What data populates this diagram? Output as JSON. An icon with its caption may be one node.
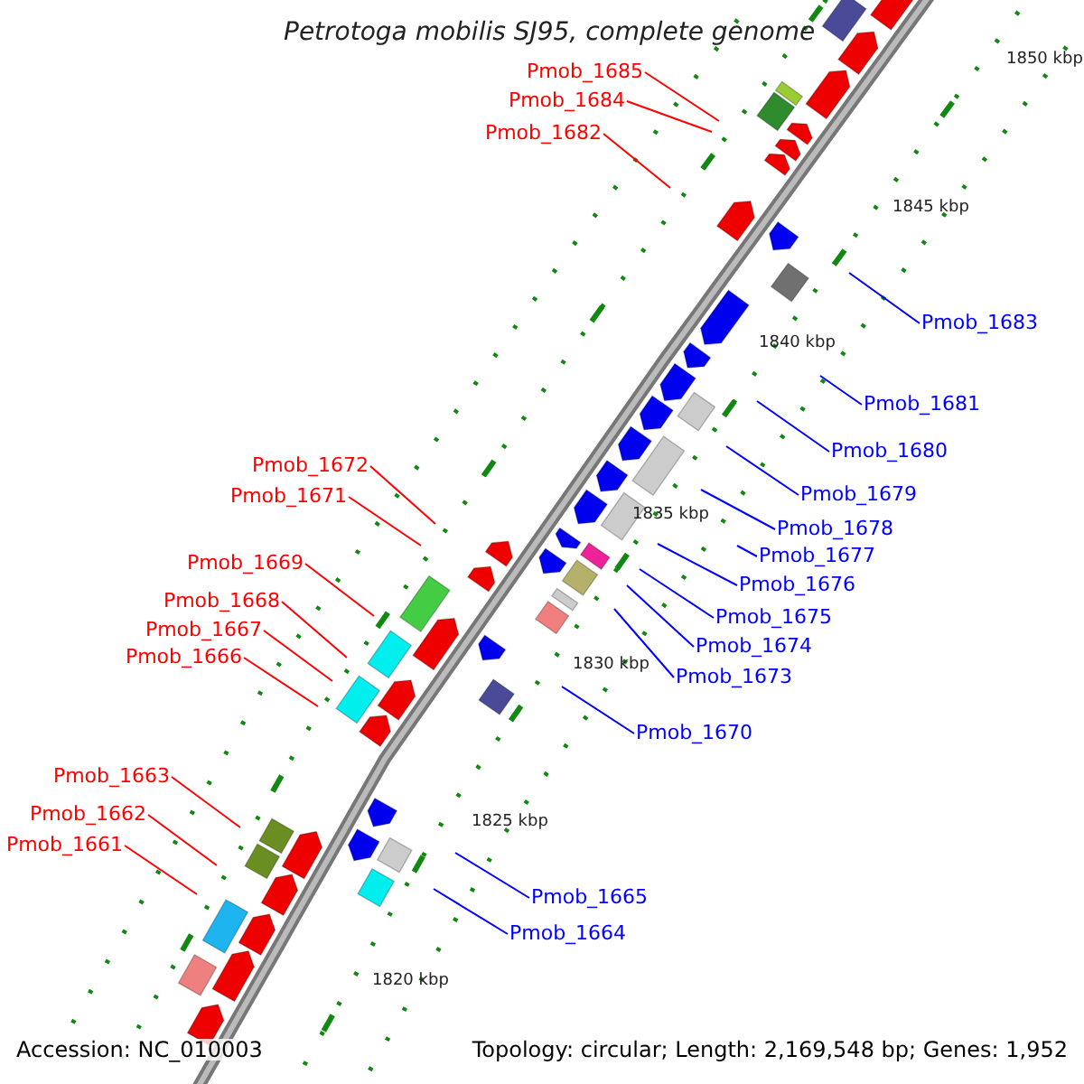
{
  "diagram": {
    "title": "Petrotoga mobilis SJ95, complete genome",
    "nodes": [
      {
        "text": [
          "Pmob_1685"
        ]
      },
      {
        "text": [
          "Pmob_1684"
        ]
      },
      {
        "text": [
          "Pmob_1682"
        ]
      },
      {
        "text": [
          "Pmob_1683"
        ]
      },
      {
        "text": [
          "Pmob_1681"
        ]
      },
      {
        "text": [
          "Pmob_1680"
        ]
      },
      {
        "text": [
          "Pmob_1672"
        ]
      },
      {
        "text": [
          "Pmob_1679"
        ]
      },
      {
        "text": [
          "Pmob_1671"
        ]
      },
      {
        "text": [
          "Pmob_1678"
        ]
      },
      {
        "text": [
          "Pmob_1677"
        ]
      },
      {
        "text": [
          "Pmob_1669"
        ]
      },
      {
        "text": [
          "Pmob_1676"
        ]
      },
      {
        "text": [
          "Pmob_1668"
        ]
      },
      {
        "text": [
          "Pmob_1675"
        ]
      },
      {
        "text": [
          "Pmob_1667"
        ]
      },
      {
        "text": [
          "Pmob_1674"
        ]
      },
      {
        "text": [
          "Pmob_1666"
        ]
      },
      {
        "text": [
          "Pmob_1673"
        ]
      },
      {
        "text": [
          "Pmob_1670"
        ]
      },
      {
        "text": [
          "Pmob_1663"
        ]
      },
      {
        "text": [
          "Pmob_1662"
        ]
      },
      {
        "text": [
          "Pmob_1661"
        ]
      },
      {
        "text": [
          "Pmob_1665"
        ]
      },
      {
        "text": [
          "Pmob_1664"
        ]
      }
    ],
    "edges": [
      {
        "from": 0,
        "to": null,
        "arrow": "none",
        "color": "#ff0000"
      },
      {
        "from": 1,
        "to": null,
        "arrow": "none",
        "color": "#ff0000"
      },
      {
        "from": 2,
        "to": null,
        "arrow": "none",
        "color": "#ff0000"
      },
      {
        "from": 3,
        "to": null,
        "arrow": "none"
      },
      {
        "from": 4,
        "to": null,
        "arrow": "none"
      },
      {
        "from": 5,
        "to": null,
        "arrow": "none"
      },
      {
        "from": 6,
        "to": null,
        "arrow": "none",
        "color": "#ff0000"
      },
      {
        "from": 7,
        "to": null,
        "arrow": "none"
      },
      {
        "from": 8,
        "to": null,
        "arrow": "none",
        "color": "#ff0000"
      },
      {
        "from": 9,
        "to": null,
        "arrow": "none"
      },
      {
        "from": 10,
        "to": null,
        "arrow": "none"
      },
      {
        "from": 11,
        "to": null,
        "arrow": "none",
        "color": "#ff0000"
      },
      {
        "from": 12,
        "to": null,
        "arrow": "none"
      },
      {
        "from": 13,
        "to": null,
        "arrow": "none",
        "color": "#ff0000"
      },
      {
        "from": 14,
        "to": null,
        "arrow": "none"
      },
      {
        "from": 15,
        "to": null,
        "arrow": "none",
        "color": "#ff0000"
      },
      {
        "from": 16,
        "to": null,
        "arrow": "none"
      },
      {
        "from": 17,
        "to": null,
        "arrow": "none",
        "color": "#ff0000"
      },
      {
        "from": 18,
        "to": null,
        "arrow": "none"
      },
      {
        "from": 19,
        "to": null,
        "arrow": "none"
      },
      {
        "from": 20,
        "to": null,
        "arrow": "none",
        "color": "#ff0000"
      },
      {
        "from": 21,
        "to": null,
        "arrow": "none",
        "color": "#ff0000"
      },
      {
        "from": 22,
        "to": null,
        "arrow": "none",
        "color": "#ff0000"
      },
      {
        "from": 23,
        "to": null,
        "arrow": "none"
      },
      {
        "from": 24,
        "to": null,
        "arrow": "none"
      }
    ],
    "labels": [
      "1850 kbp",
      "1845 kbp",
      "1840 kbp",
      "1835 kbp",
      "1830 kbp",
      "1825 kbp",
      "1820 kbp",
      "Accession: NC_010003",
      "Topology: circular; Length: 2,169,548 bp; Genes: 1,952"
    ]
  }
}
